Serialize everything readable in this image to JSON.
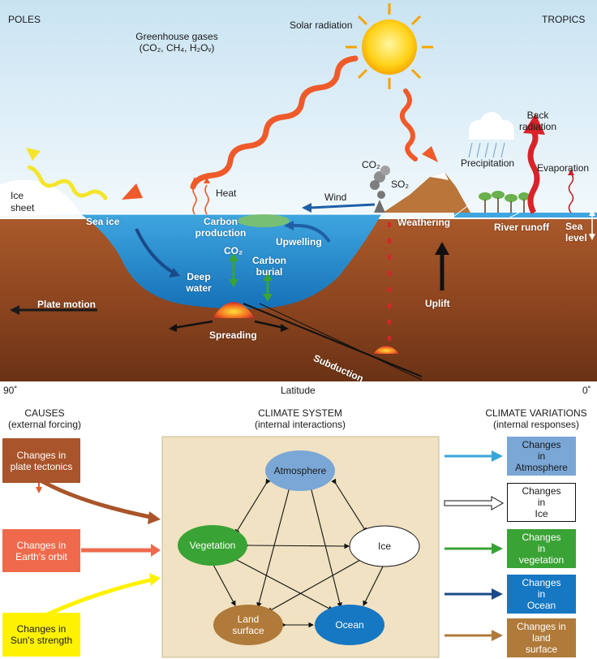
{
  "top": {
    "poles": "POLES",
    "tropics": "TROPICS",
    "greenhouse_line1": "Greenhouse gases",
    "greenhouse_line2": "(CO₂, CH₄, H₂Oᵥ)",
    "solar_radiation": "Solar radiation",
    "back_radiation_line1": "Back",
    "back_radiation_line2": "radiation",
    "precipitation": "Precipitation",
    "evaporation": "Evaporation",
    "co2_volcano": "CO₂",
    "so2": "SO₂",
    "wind": "Wind",
    "heat": "Heat",
    "ice_sheet_line1": "Ice",
    "ice_sheet_line2": "sheet",
    "sea_ice": "Sea ice",
    "carbon_production_line1": "Carbon",
    "carbon_production_line2": "production",
    "upwelling": "Upwelling",
    "weathering": "Weathering",
    "river_runoff": "River runoff",
    "sea_level_line1": "Sea",
    "sea_level_line2": "level",
    "co2_ocean": "CO₂",
    "carbon_burial_line1": "Carbon",
    "carbon_burial_line2": "burial",
    "deep_water_line1": "Deep",
    "deep_water_line2": "water",
    "plate_motion": "Plate motion",
    "uplift": "Uplift",
    "spreading": "Spreading",
    "subduction": "Subduction",
    "axis_left": "90˚",
    "axis_center": "Latitude",
    "axis_right": "0˚"
  },
  "bottom": {
    "causes_title": "CAUSES",
    "causes_sub": "(external forcing)",
    "system_title": "CLIMATE SYSTEM",
    "system_sub": "(internal interactions)",
    "variations_title": "CLIMATE VARIATIONS",
    "variations_sub": "(internal responses)",
    "causes": [
      {
        "line1": "Changes in",
        "line2": "plate tectonics",
        "color": "#a9542a"
      },
      {
        "line1": "Changes in",
        "line2": "Earth's orbit",
        "color": "#ef6a4c"
      },
      {
        "line1": "Changes in",
        "line2": "Sun's strength",
        "color": "#fff200"
      }
    ],
    "nodes": {
      "atmosphere": "Atmosphere",
      "vegetation": "Vegetation",
      "ice": "Ice",
      "land_line1": "Land",
      "land_line2": "surface",
      "ocean": "Ocean"
    },
    "variations": [
      {
        "line1": "Changes",
        "line2": "in",
        "line3": "Atmosphere",
        "color": "#7aa7d6"
      },
      {
        "line1": "Changes",
        "line2": "in",
        "line3": "Ice",
        "color": "#ffffff"
      },
      {
        "line1": "Changes",
        "line2": "in",
        "line3": "vegetation",
        "color": "#3aa335"
      },
      {
        "line1": "Changes",
        "line2": "in",
        "line3": "Ocean",
        "color": "#1677c2"
      },
      {
        "line1": "Changes in",
        "line2": "land",
        "line3": "surface",
        "color": "#b07a3a"
      }
    ]
  }
}
